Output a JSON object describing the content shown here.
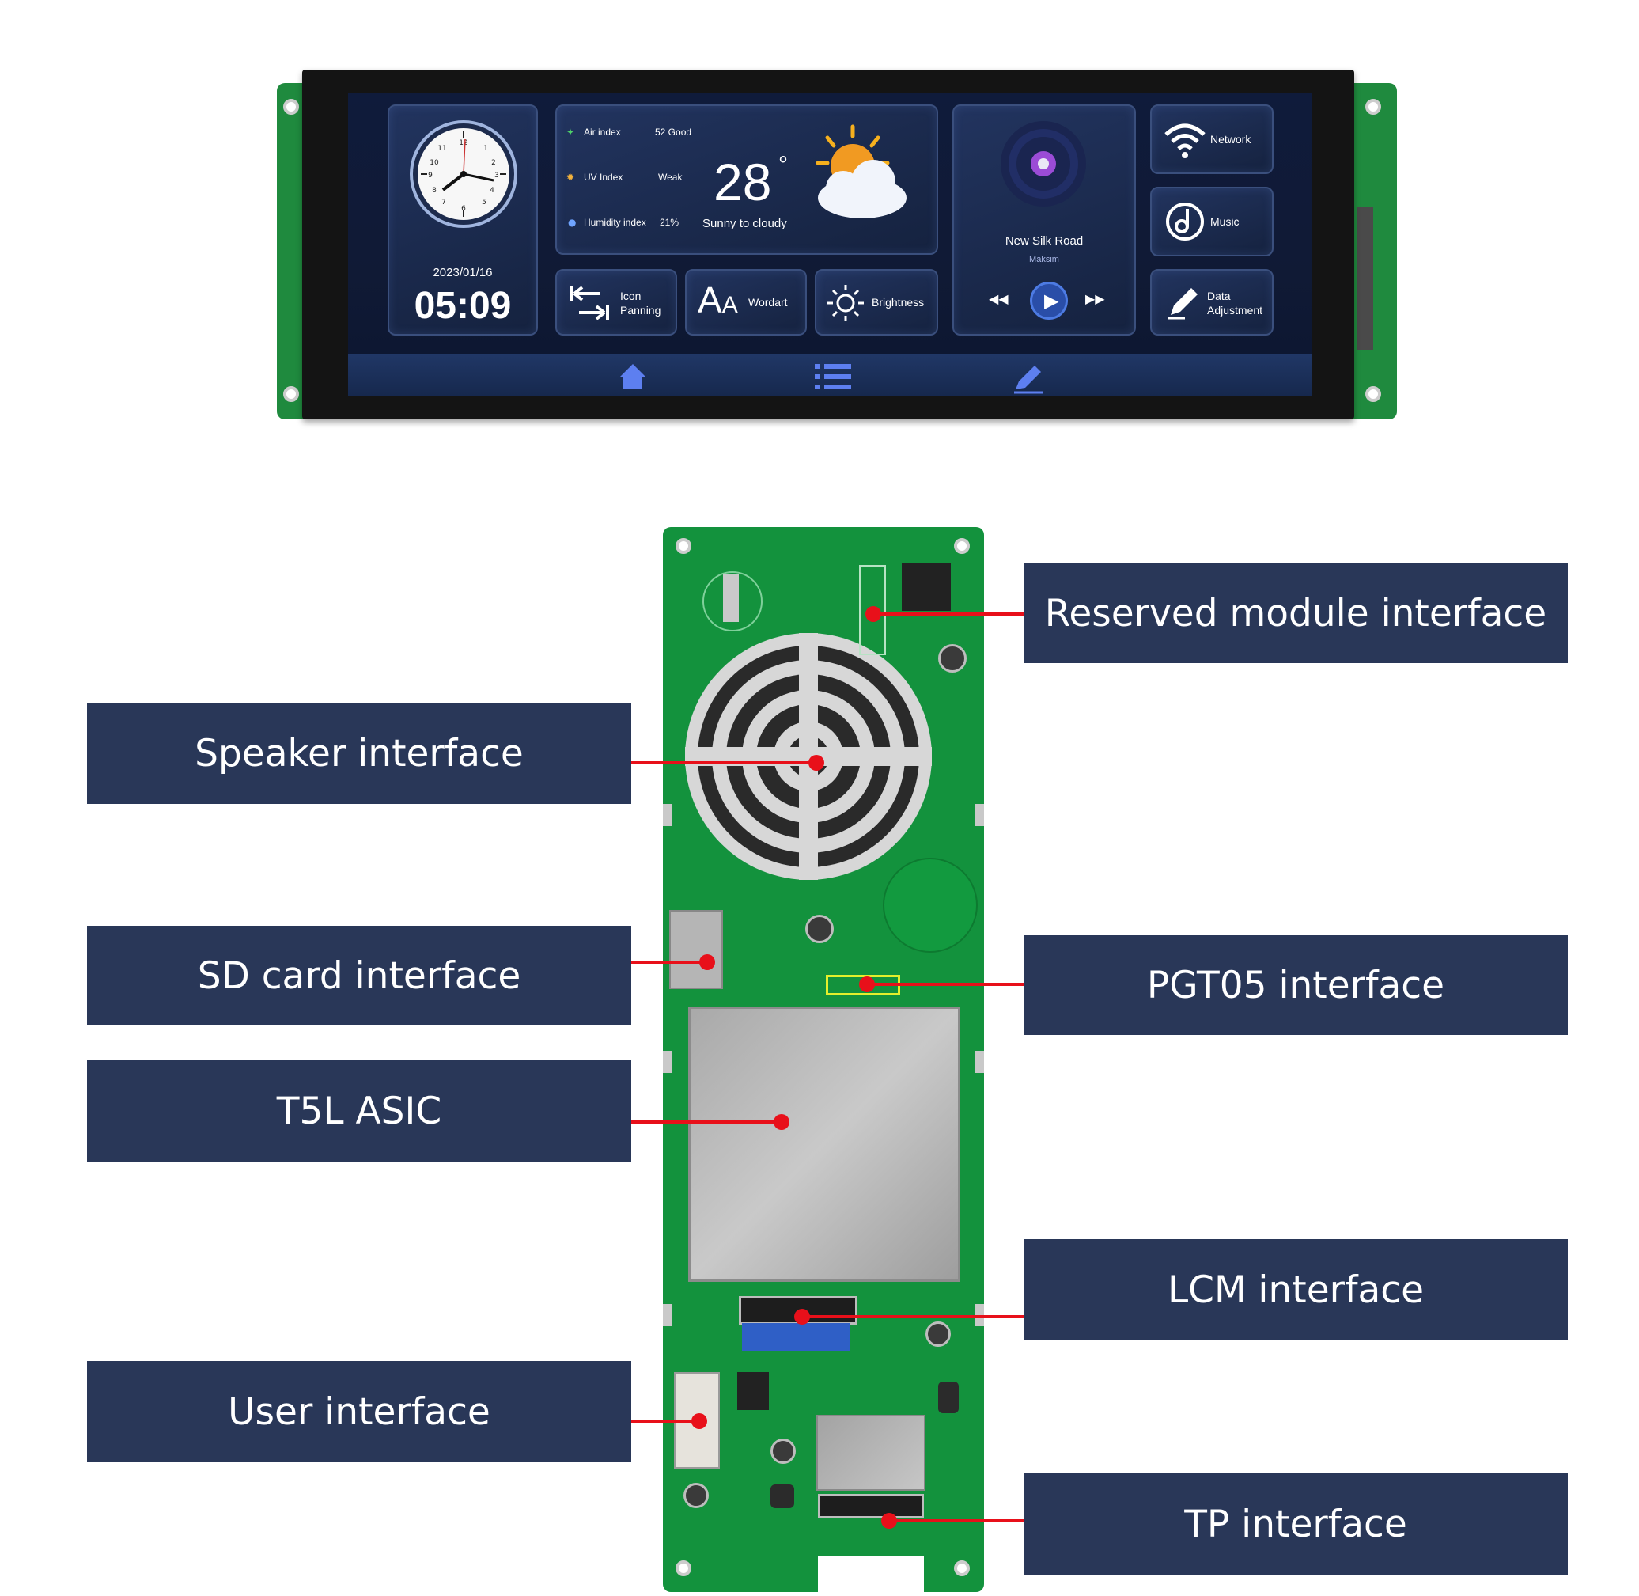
{
  "display": {
    "clock": {
      "date": "2023/01/16",
      "time": "05:09"
    },
    "weather": {
      "air_label": "Air index",
      "air_value": "52 Good",
      "uv_label": "UV Index",
      "uv_value": "Weak",
      "humidity_label": "Humidity index",
      "humidity_value": "21%",
      "temperature": "28",
      "degree": "°",
      "condition": "Sunny to cloudy"
    },
    "music_player": {
      "song": "New Silk Road",
      "artist": "Maksim"
    },
    "tiles": {
      "icon_panning": [
        "Icon",
        "Panning"
      ],
      "wordart": "Wordart",
      "brightness": "Brightness",
      "network": "Network",
      "music": "Music",
      "data_adjustment": [
        "Data",
        "Adjustment"
      ]
    },
    "icons": [
      "home-icon",
      "list-icon",
      "pen-icon",
      "wifi-icon",
      "music-icon",
      "sun-icon",
      "text-icon",
      "arrows-icon"
    ]
  },
  "labels": {
    "reserved": "Reserved module interface",
    "speaker": "Speaker interface",
    "sd_card": "SD card interface",
    "pgt05": "PGT05 interface",
    "t5l": "T5L ASIC",
    "lcm": "LCM interface",
    "user": "User interface",
    "tp": "TP interface"
  },
  "colors": {
    "label_bg": "#293758",
    "leader": "#e8101a",
    "pcb": "#13923d"
  }
}
